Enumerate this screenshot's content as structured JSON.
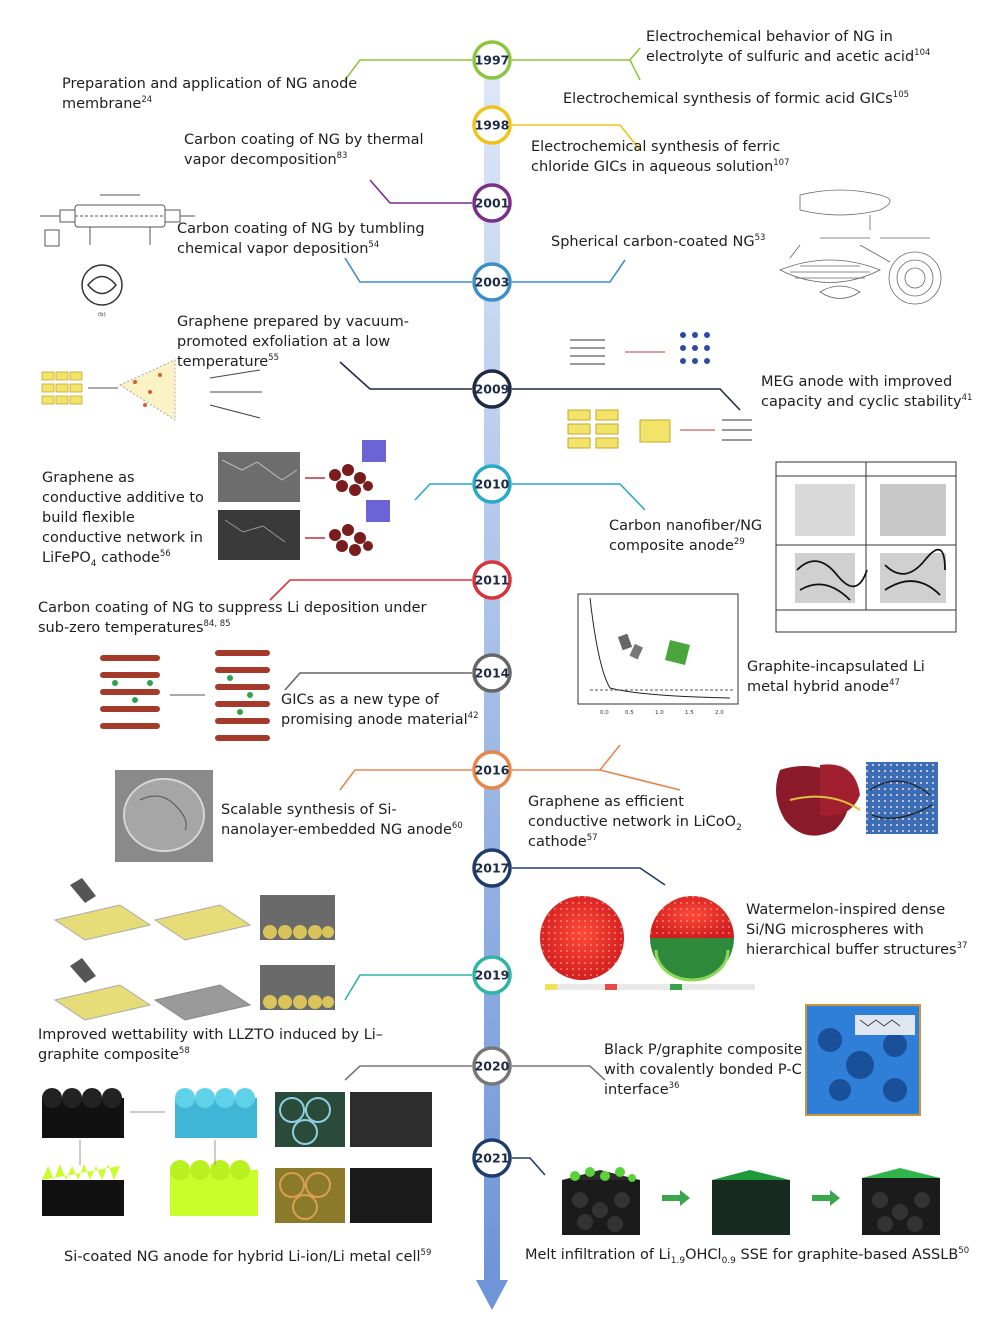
{
  "years": [
    {
      "label": "1997",
      "color": "#8cc63f"
    },
    {
      "label": "1998",
      "color": "#f2c21a"
    },
    {
      "label": "2001",
      "color": "#7a2f8a"
    },
    {
      "label": "2003",
      "color": "#3b8fc6"
    },
    {
      "label": "2009",
      "color": "#1f2a44"
    },
    {
      "label": "2010",
      "color": "#29a9c9"
    },
    {
      "label": "2011",
      "color": "#d9323a"
    },
    {
      "label": "2014",
      "color": "#666666"
    },
    {
      "label": "2016",
      "color": "#e8864a"
    },
    {
      "label": "2017",
      "color": "#1f3c6e"
    },
    {
      "label": "2019",
      "color": "#2fb5a4"
    },
    {
      "label": "2020",
      "color": "#777777"
    },
    {
      "label": "2021",
      "color": "#1f3c6e"
    }
  ],
  "events": {
    "e1997a": {
      "text": "Electrochemical behavior of NG in electrolyte of sulfuric and acetic acid",
      "ref": "104"
    },
    "e1997b": {
      "text": "Preparation and application of NG anode membrane",
      "ref": "24"
    },
    "e1998a": {
      "text": "Electrochemical synthesis of formic acid GICs",
      "ref": "105"
    },
    "e1998b": {
      "text": "Electrochemical synthesis of ferric chloride GICs in aqueous solution",
      "ref": "107"
    },
    "e2001": {
      "text": "Carbon coating of NG by thermal vapor decomposition",
      "ref": "83"
    },
    "e2003a": {
      "text": "Carbon coating of NG by tumbling chemical vapor deposition",
      "ref": "54"
    },
    "e2003b": {
      "text": "Spherical carbon-coated NG",
      "ref": "53"
    },
    "e2009a": {
      "text": "Graphene prepared by vacuum-promoted exfoliation at a low temperature",
      "ref": "55"
    },
    "e2009b": {
      "text": "MEG anode with improved capacity and cyclic stability",
      "ref": "41"
    },
    "e2010a": {
      "pre": "Graphene as conductive additive to build flexible conductive network in LiFePO",
      "sub": "4",
      "post": " cathode",
      "ref": "56"
    },
    "e2010b": {
      "text": "Carbon nanofiber/NG composite anode",
      "ref": "29"
    },
    "e2011": {
      "text": "Carbon coating of NG to suppress Li deposition under sub-zero temperatures",
      "ref": "84, 85"
    },
    "e2014a": {
      "text": "GICs as a new type of promising anode material",
      "ref": "42"
    },
    "e2014b": {
      "text": "Graphite-incapsulated Li metal hybrid anode",
      "ref": "47"
    },
    "e2016a": {
      "text": "Scalable synthesis of Si-nanolayer-embedded NG anode",
      "ref": "60"
    },
    "e2016b": {
      "pre": "Graphene as efficient conductive network in LiCoO",
      "sub": "2",
      "post": " cathode",
      "ref": "57"
    },
    "e2017": {
      "text": "Watermelon-inspired dense Si/NG microspheres with hierarchical buffer structures",
      "ref": "37"
    },
    "e2019": {
      "text": "Improved wettability with LLZTO induced by Li–graphite composite",
      "ref": "58"
    },
    "e2020": {
      "text": "Black P/graphite composite with covalently bonded P-C interface",
      "ref": "36"
    },
    "e2021a": {
      "text": "Si-coated NG anode for hybrid Li-ion/Li metal cell",
      "ref": "59"
    },
    "e2021b": {
      "pre": "Melt infiltration of Li",
      "sub1": "1.9",
      "mid": "OHCl",
      "sub2": "0.9",
      "post": " SSE for graphite-based ASSLB",
      "ref": "50"
    }
  }
}
